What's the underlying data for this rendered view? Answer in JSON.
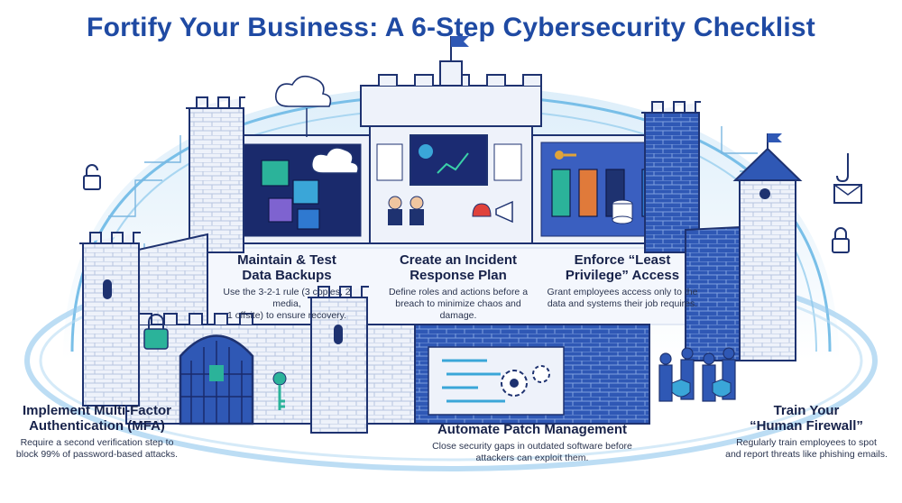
{
  "title": "Fortify Your Business: A 6-Step Cybersecurity Checklist",
  "steps": {
    "backups": {
      "heading_1": "Maintain & Test",
      "heading_2": "Data Backups",
      "desc_1": "Use the 3-2-1 rule (3 copies, 2 media,",
      "desc_2": "1 offsite) to ensure recovery."
    },
    "incident": {
      "heading_1": "Create an Incident",
      "heading_2": "Response Plan",
      "desc_1": "Define roles and actions before a",
      "desc_2": "breach to minimize chaos and damage."
    },
    "privilege": {
      "heading_1": "Enforce “Least",
      "heading_2": "Privilege” Access",
      "desc_1": "Grant employees access only to the",
      "desc_2": "data and systems their job requires."
    },
    "mfa": {
      "heading_1": "Implement Multi-Factor",
      "heading_2": "Authentication (MFA)",
      "desc_1": "Require a second verification step to",
      "desc_2": "block 99% of password-based attacks."
    },
    "patch": {
      "heading_1": "Automate Patch Management",
      "desc_1": "Close security gaps in outdated software before",
      "desc_2": "attackers can exploit them."
    },
    "human": {
      "heading_1": "Train Your",
      "heading_2": "“Human Firewall”",
      "desc_1": "Regularly train employees to spot",
      "desc_2": "and report threats like phishing emails."
    }
  },
  "icons": [
    "cloud-icon",
    "flag-icon",
    "padlock-icon",
    "key-icon",
    "gear-icon",
    "database-icon",
    "email-icon",
    "shield-icon",
    "megaphone-icon",
    "alarm-icon",
    "fishing-hook-icon"
  ],
  "colors": {
    "title": "#1f4aa3",
    "stone_dark": "#2f58b5",
    "stone_light": "#e9eef8",
    "outline": "#1e3270",
    "accent_cyan": "#3aa6d8",
    "accent_green": "#2bb39a"
  }
}
